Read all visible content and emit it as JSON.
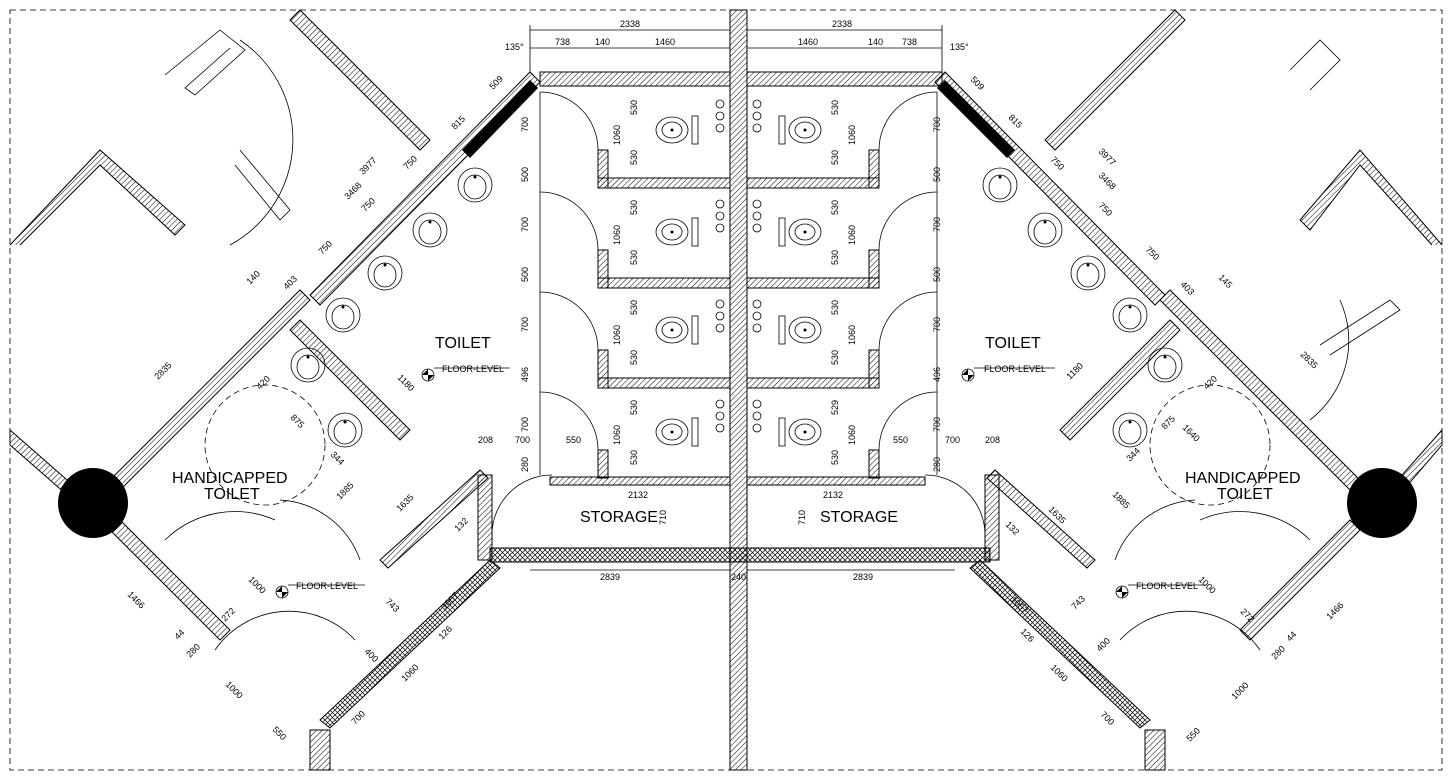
{
  "rooms": {
    "toilet_left": "TOILET",
    "toilet_right": "TOILET",
    "handicapped_left_1": "HANDICAPPED",
    "handicapped_left_2": "TOILET",
    "handicapped_right_1": "HANDICAPPED",
    "handicapped_right_2": "TOILET",
    "storage_left": "STORAGE",
    "storage_right": "STORAGE"
  },
  "floor_level": "FLOOR-LEVEL",
  "dims": {
    "top_left_total": "2338",
    "top_right_total": "2338",
    "top_l_738": "738",
    "top_l_140": "140",
    "top_l_1460": "1460",
    "top_r_1460": "1460",
    "top_r_140": "140",
    "top_r_738": "738",
    "angle_l": "135°",
    "angle_r": "135°",
    "stall_1060": "1060",
    "stall_530": "530",
    "stall_529": "529",
    "door_700": "700",
    "door_500": "500",
    "door_496": "496",
    "door_280": "280",
    "door_208": "208",
    "door_550": "550",
    "storage_2132": "2132",
    "storage_710": "710",
    "bottom_2839": "2839",
    "bottom_240": "240",
    "diag_509": "509",
    "diag_815": "815",
    "diag_3977": "3977",
    "diag_3468": "3468",
    "diag_750": "750",
    "diag_403": "403",
    "diag_140": "140",
    "diag_145": "145",
    "diag_2835": "2835",
    "diag_1180": "1180",
    "diag_420": "420",
    "diag_875": "875",
    "diag_1640": "1640",
    "diag_344": "344",
    "diag_1885": "1885",
    "diag_1635": "1635",
    "diag_132": "132",
    "diag_1000": "1000",
    "diag_743": "743",
    "diag_1057": "1057",
    "diag_126": "126",
    "diag_400": "400",
    "diag_1060": "1060",
    "diag_700": "700",
    "diag_550": "550",
    "diag_1466": "1466",
    "diag_280": "280",
    "diag_44": "44",
    "diag_272": "272"
  }
}
